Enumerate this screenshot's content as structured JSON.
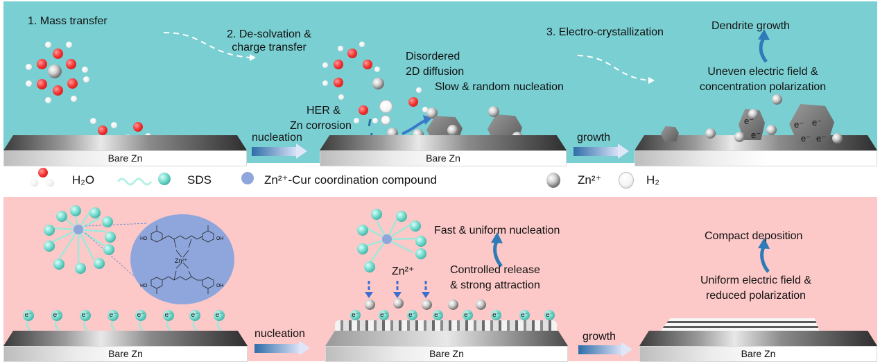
{
  "top_panel": {
    "background": "#7acfd2",
    "steps": [
      {
        "label": "1. Mass transfer"
      },
      {
        "label_line1": "2. De-solvation &",
        "label_line2": "charge transfer"
      },
      {
        "label": "3. Electro-crystallization"
      }
    ],
    "annotations": {
      "disordered_line1": "Disordered",
      "disordered_line2": "2D diffusion",
      "slow_random": "Slow & random nucleation",
      "her_line1": "HER &",
      "her_line2": "Zn corrosion",
      "dendrite": "Dendrite growth",
      "uneven_line1": "Uneven electric field &",
      "uneven_line2": "concentration polarization"
    },
    "arrows": {
      "nucleation": "nucleation",
      "growth": "growth"
    },
    "plate_label": "Bare Zn",
    "electron_label": "e⁻"
  },
  "legend": {
    "items": [
      {
        "icon": "water-molecule-icon",
        "label": "H₂O"
      },
      {
        "icon": "sds-molecule-icon",
        "label": "SDS"
      },
      {
        "icon": "zn-cur-compound-icon",
        "label": "Zn²⁺-Cur coordination compound"
      },
      {
        "icon": "zn-ion-icon",
        "label": "Zn²⁺"
      },
      {
        "icon": "h2-bubble-icon",
        "label": "H₂"
      }
    ]
  },
  "bottom_panel": {
    "background": "#fcc8c8",
    "annotations": {
      "fast_uniform": "Fast & uniform nucleation",
      "zn_ion": "Zn²⁺",
      "controlled_line1": "Controlled release",
      "controlled_line2": "& strong attraction",
      "compact": "Compact deposition",
      "uniform_line1": "Uniform electric field &",
      "uniform_line2": "reduced polarization"
    },
    "arrows": {
      "nucleation": "nucleation",
      "growth": "growth"
    },
    "plate_label": "Bare Zn",
    "electron_label": "e⁻",
    "zoom_circle": {
      "center_label": "Zn²⁺",
      "substituent_oh": "HO",
      "substituent_oh_r": "OH",
      "carbonyl": "O"
    }
  },
  "colors": {
    "accent_arrow": "#2e7bb8",
    "dashed_arrow": "#ffffff",
    "cur_compound": "#8ea6dc",
    "sds_head": "#67d4c6"
  }
}
